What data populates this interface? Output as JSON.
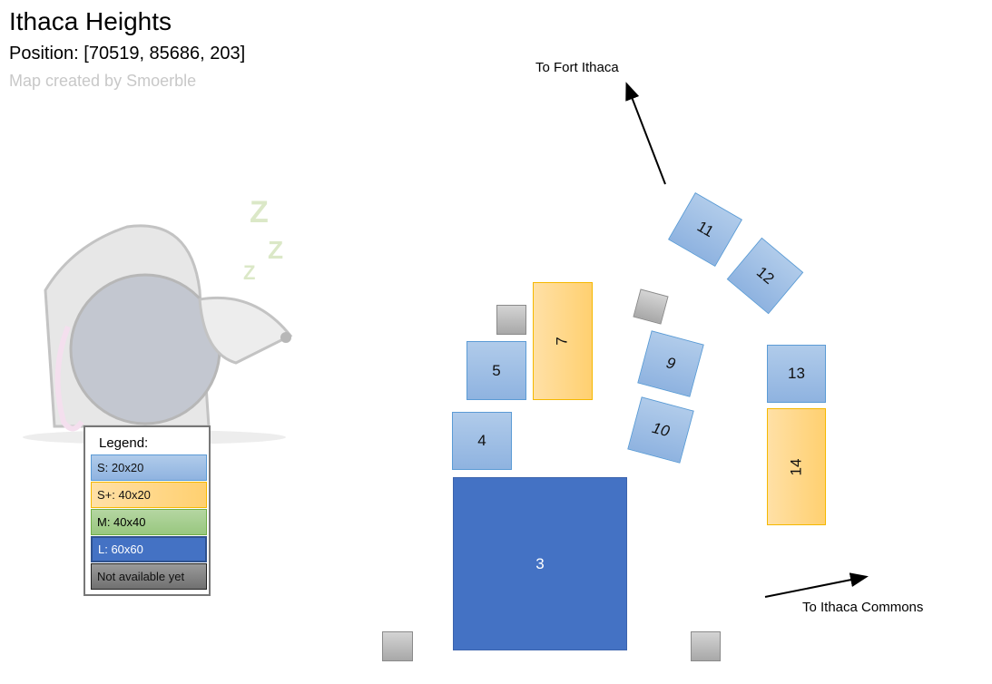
{
  "header": {
    "title": "Ithaca Heights",
    "position": "Position: [70519, 85686, 203]",
    "credit": "Map created by Smoerble"
  },
  "legend": {
    "title": "Legend:",
    "items": [
      {
        "label": "S: 20x20",
        "color": "#9dc3e6"
      },
      {
        "label": "S+: 40x20",
        "color": "#ffd780"
      },
      {
        "label": "M: 40x40",
        "color": "#a9d18e"
      },
      {
        "label": "L: 60x60",
        "color": "#4472c4"
      },
      {
        "label": "Not available yet",
        "color": "#999999"
      }
    ]
  },
  "plots": {
    "p3": "3",
    "p4": "4",
    "p5": "5",
    "p7": "7",
    "p9": "9",
    "p10": "10",
    "p11": "11",
    "p12": "12",
    "p13": "13",
    "p14": "14"
  },
  "directions": {
    "north": "To Fort Ithaca",
    "east": "To Ithaca Commons"
  }
}
